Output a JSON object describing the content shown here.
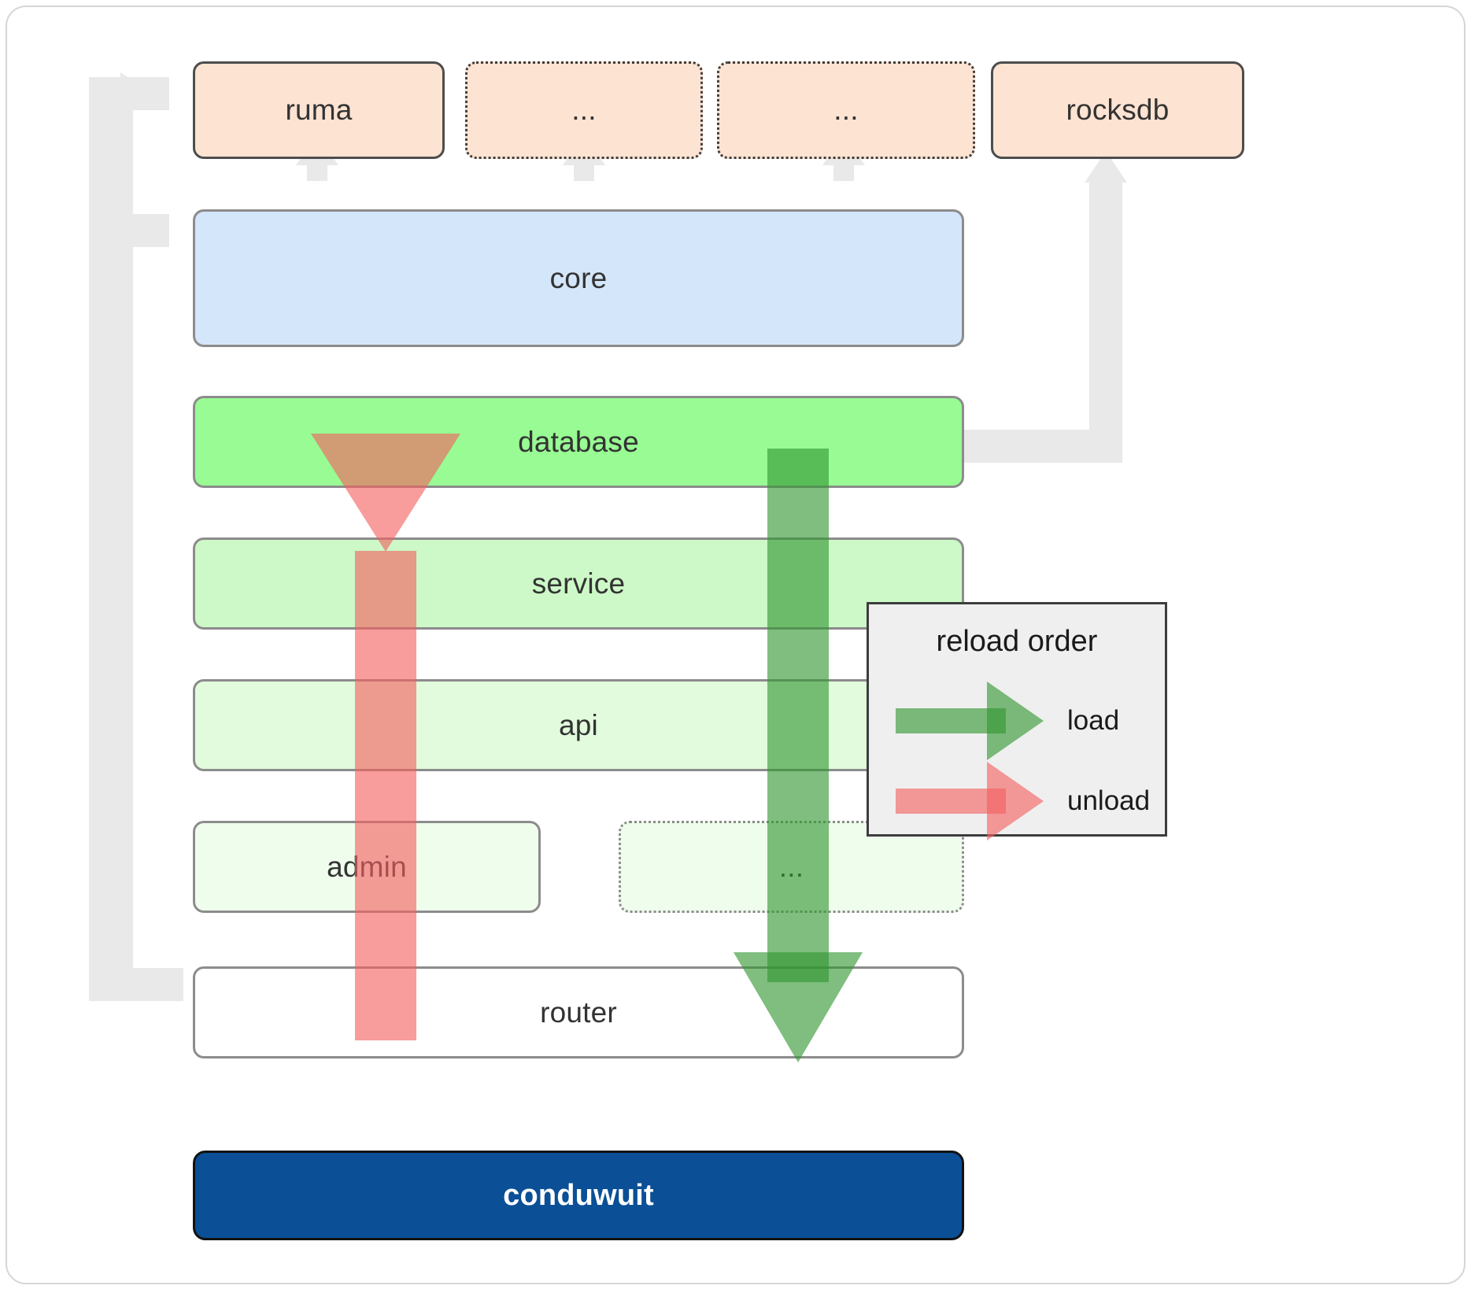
{
  "diagram": {
    "title": "conduwuit crate architecture / reload order",
    "crates": [
      {
        "id": "ruma",
        "label": "ruma",
        "style": "solid"
      },
      {
        "id": "dots1",
        "label": "...",
        "style": "dotted"
      },
      {
        "id": "dots2",
        "label": "...",
        "style": "dotted"
      },
      {
        "id": "rocksdb",
        "label": "rocksdb",
        "style": "solid"
      }
    ],
    "layers": [
      {
        "id": "core",
        "label": "core",
        "color": "#d4e6fa"
      },
      {
        "id": "database",
        "label": "database",
        "color": "#98fb93"
      },
      {
        "id": "service",
        "label": "service",
        "color": "#cdf8c7"
      },
      {
        "id": "api",
        "label": "api",
        "color": "#e1fbdc"
      },
      {
        "id": "admin",
        "label": "admin",
        "color": "#effdec"
      },
      {
        "id": "more",
        "label": "...",
        "color": "#effdec"
      },
      {
        "id": "router",
        "label": "router",
        "color": "#ffffff"
      }
    ],
    "binary": {
      "id": "conduwuit",
      "label": "conduwuit",
      "color": "#0b4f96"
    }
  },
  "legend": {
    "title": "reload order",
    "entries": [
      {
        "id": "load",
        "label": "load",
        "color": "#309630"
      },
      {
        "id": "unload",
        "label": "unload",
        "color": "#f46060"
      }
    ]
  },
  "flows": {
    "unload": {
      "label": "unload",
      "direction": "up",
      "color": "#f46060"
    },
    "load": {
      "label": "load",
      "direction": "down",
      "color": "#309630"
    }
  }
}
